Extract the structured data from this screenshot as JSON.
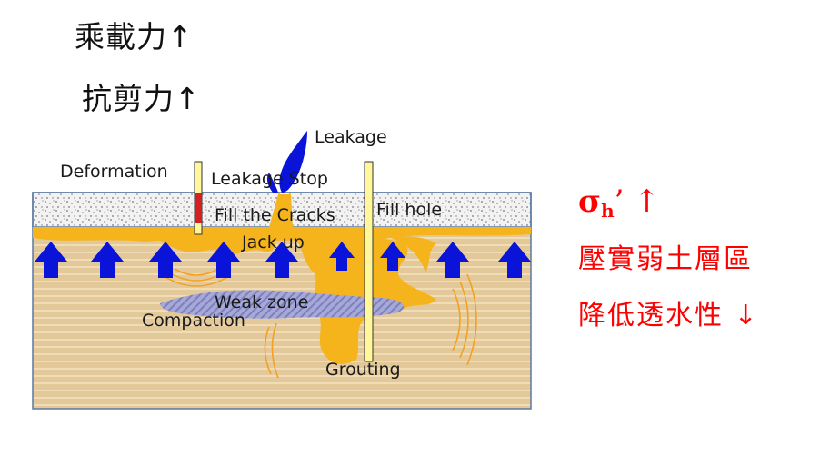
{
  "headings": {
    "bearing_capacity": "乘載力↑",
    "shear_strength": "抗剪力↑"
  },
  "labels": {
    "leakage": "Leakage",
    "deformation": "Deformation",
    "leakage_stop": "Leakage Stop",
    "fill_cracks": "Fill the Cracks",
    "fill_hole": "Fill hole",
    "jack_up": "Jack up",
    "weak_zone": "Weak zone",
    "compaction": "Compaction",
    "grouting": "Grouting"
  },
  "effects": {
    "sigma_symbol": "σ",
    "sigma_sub": "h",
    "sigma_rest": "’ ↑",
    "compact_weak_soil": "壓實弱土層區",
    "reduce_permeability": "降低透水性 ↓"
  },
  "colors": {
    "soil": "#e3c99a",
    "soil_stripe": "#f0dcb6",
    "grout": "#f5b41c",
    "arrow": "#0a14d8",
    "rod": "#fff79a",
    "deformation_bar": "#d42020",
    "weak_zone": "#8d90c8",
    "effect_text": "#ff0000"
  }
}
